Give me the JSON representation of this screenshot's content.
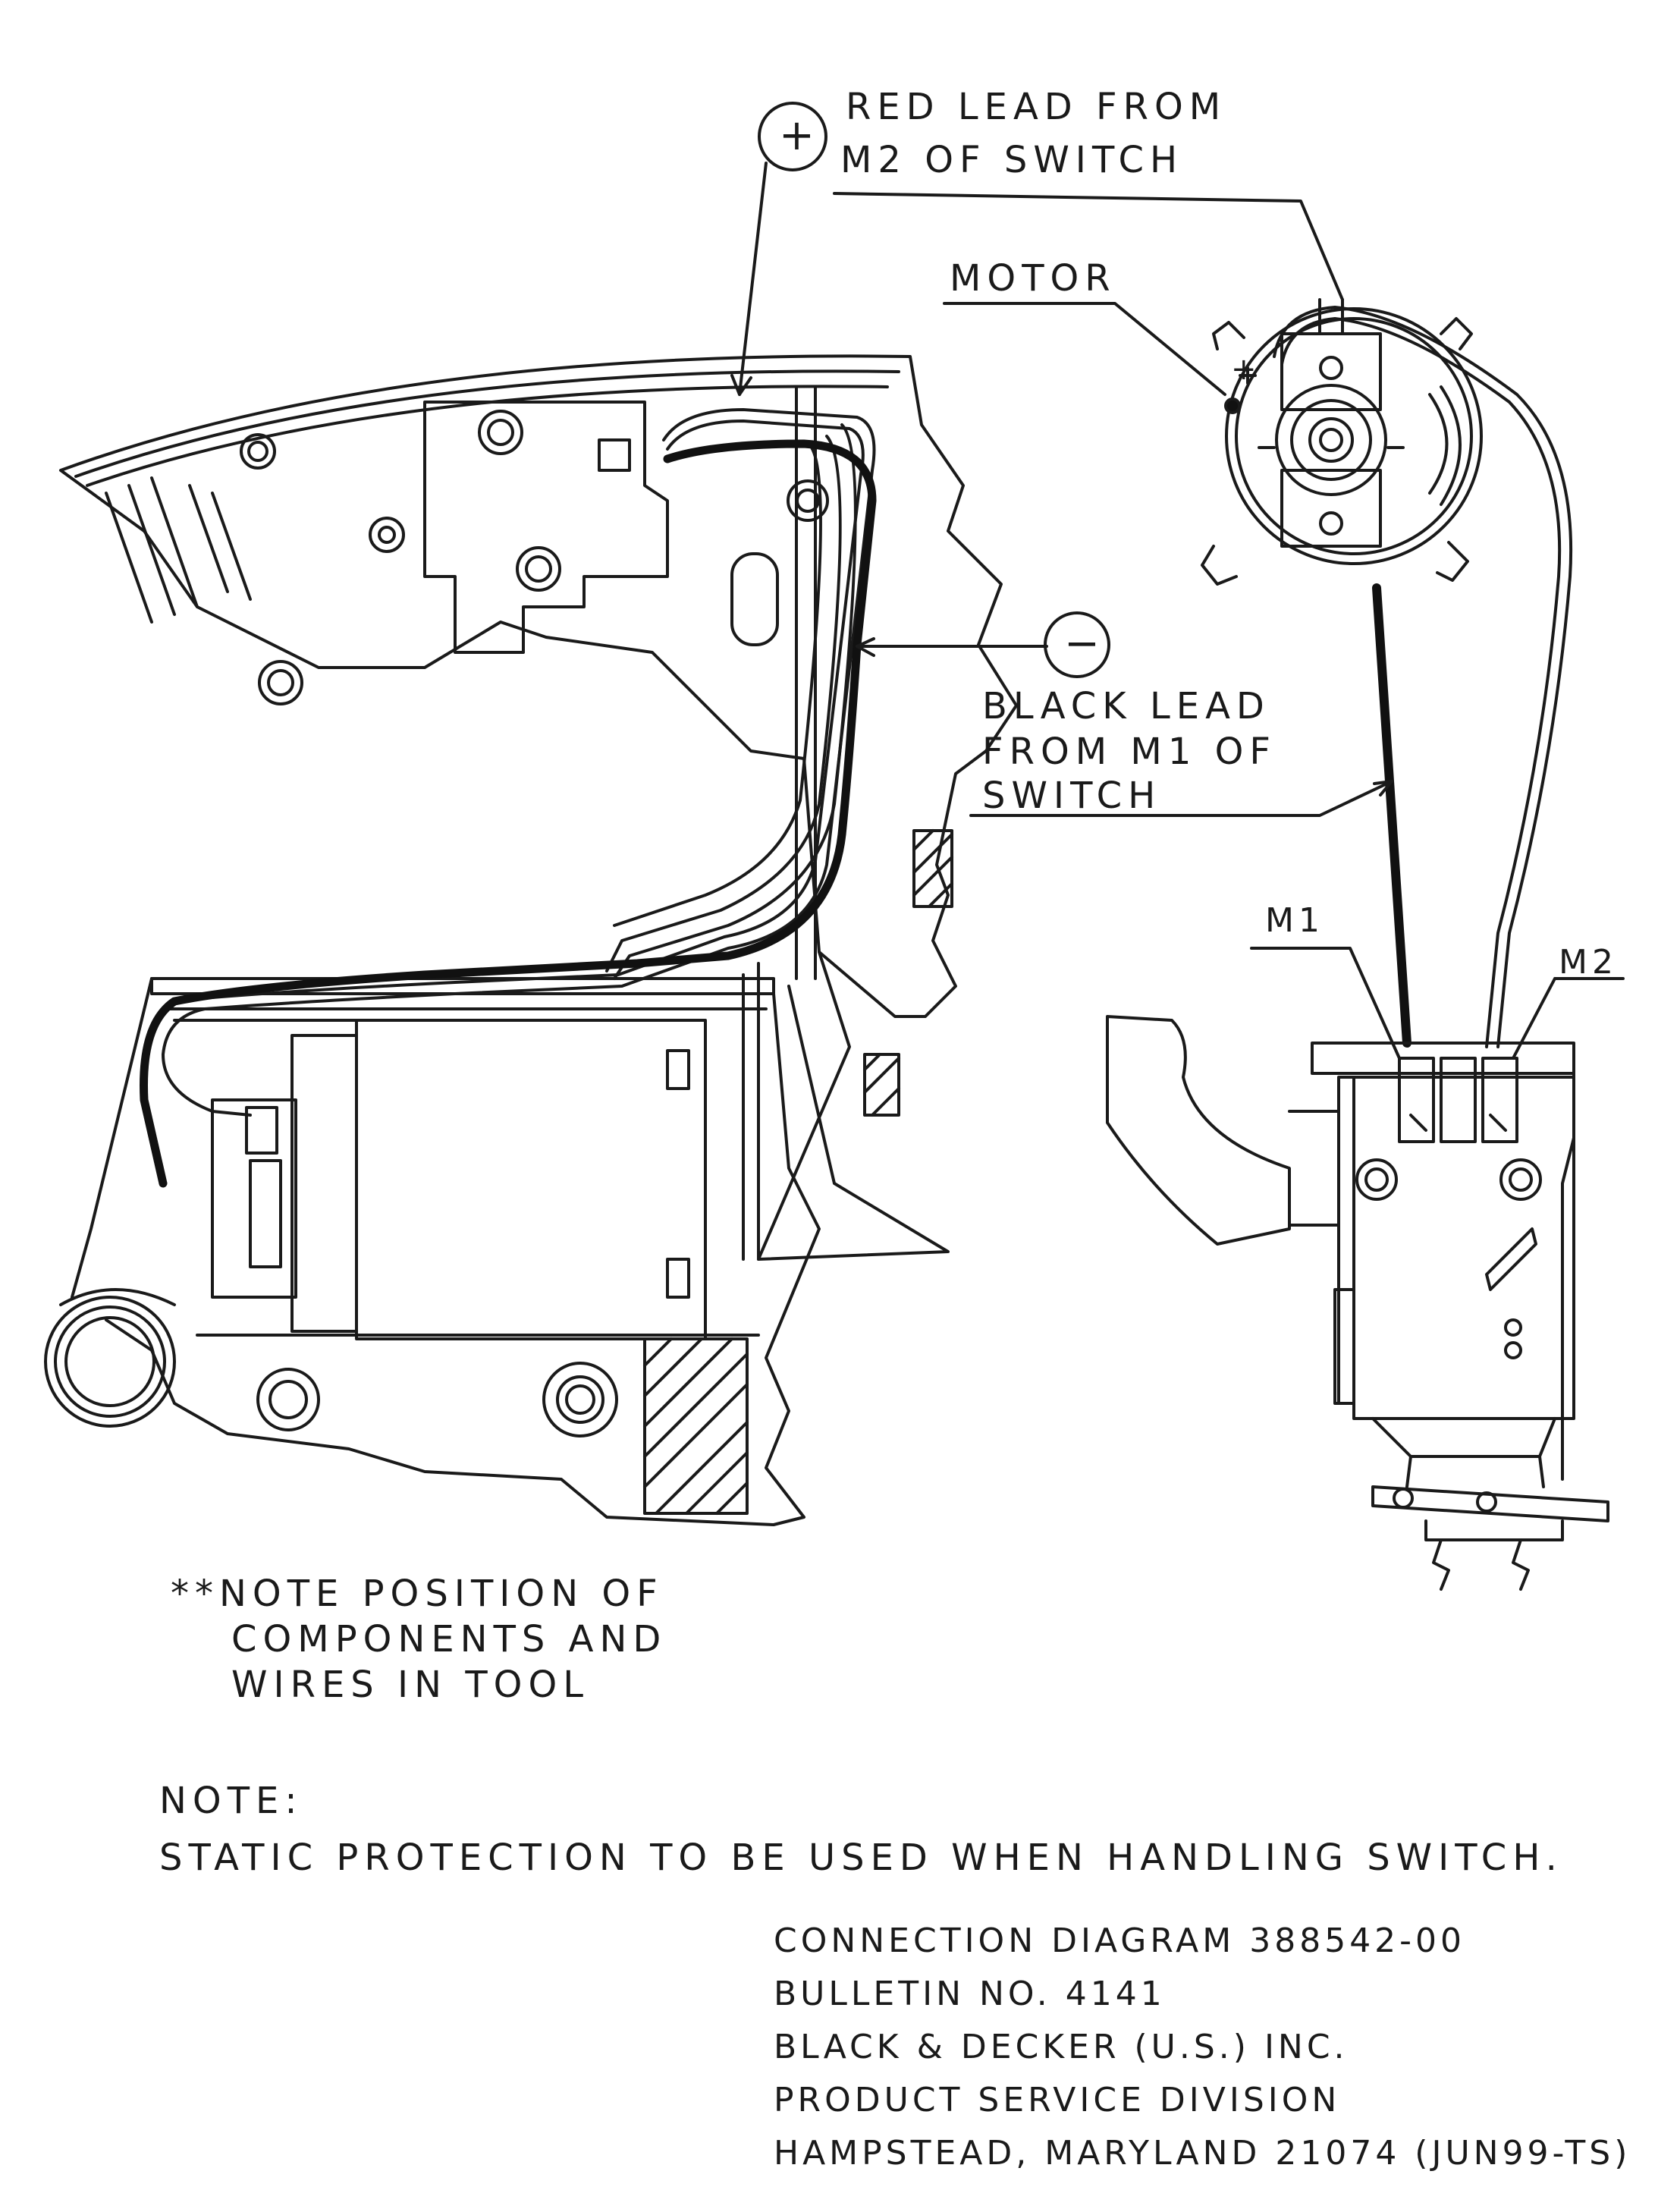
{
  "callouts": {
    "red_lead_symbol": "+",
    "red_lead_line1": "RED LEAD FROM",
    "red_lead_line2": "M2 OF SWITCH",
    "motor": "MOTOR",
    "motor_plus": "+",
    "black_lead_symbol": "−",
    "black_lead_line1": "BLACK LEAD",
    "black_lead_line2": "FROM M1 OF",
    "black_lead_line3": "SWITCH",
    "m1": "M1",
    "m2": "M2"
  },
  "note_position": {
    "line1": "**NOTE POSITION OF",
    "line2": "COMPONENTS AND",
    "line3": "WIRES IN TOOL"
  },
  "note_static": {
    "heading": "NOTE:",
    "text": "STATIC PROTECTION TO BE USED WHEN HANDLING SWITCH."
  },
  "title_block": {
    "line1": "CONNECTION DIAGRAM 388542-00",
    "line2": "BULLETIN NO. 4141",
    "line3": "BLACK & DECKER (U.S.) INC.",
    "line4": "PRODUCT SERVICE DIVISION",
    "line5": "HAMPSTEAD, MARYLAND 21074 (JUN99-TS)"
  },
  "colors": {
    "ink": "#1a1a1a",
    "wire_black": "#111111",
    "background": "#ffffff"
  }
}
